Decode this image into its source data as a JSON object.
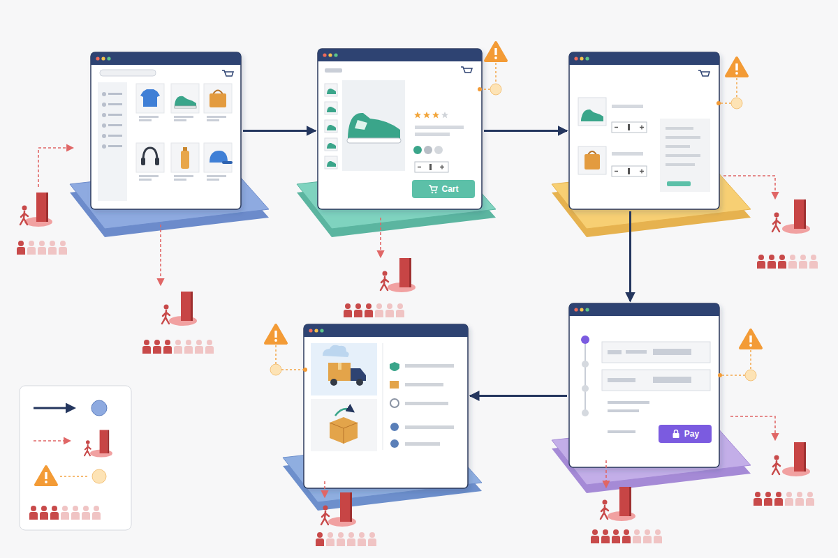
{
  "diagram": {
    "nodes": [
      {
        "text": []
      },
      {
        "text": [
          "Cart"
        ]
      },
      {
        "text": []
      },
      {
        "text": [
          "Pay"
        ]
      },
      {
        "text": []
      }
    ],
    "edges": [
      {
        "from": 0,
        "to": 1,
        "arrow": "to"
      },
      {
        "from": 1,
        "to": 2,
        "arrow": "to"
      },
      {
        "from": 2,
        "to": 3,
        "arrow": "to"
      },
      {
        "from": 3,
        "to": 4,
        "arrow": "to"
      }
    ]
  }
}
